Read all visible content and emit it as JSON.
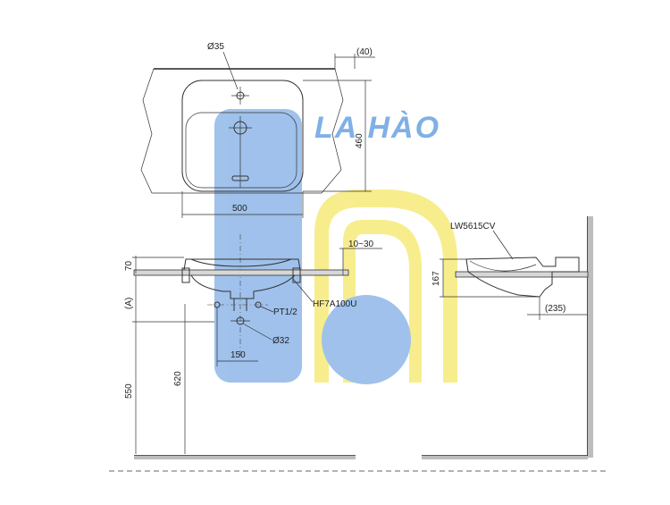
{
  "watermark": {
    "brand": "LA HÀO",
    "colors": {
      "blue": "#8fb7e8",
      "yellow": "#f6ea7a",
      "text_blue": "#7fb0e6"
    }
  },
  "top_view": {
    "hole_diameter": "Ø35",
    "counter_overhang": "(40)",
    "depth": "460",
    "width": "500"
  },
  "front_view": {
    "rim_height": "70",
    "counter_thickness": "10~30",
    "drain_code": "HF7A100U",
    "pt_label": "PT1/2",
    "pipe_diameter": "Ø32",
    "offset": "150",
    "a_label": "(A)",
    "height_550": "550",
    "height_620": "620"
  },
  "side_view": {
    "model": "LW5615CV",
    "height": "167",
    "wall_offset": "(235)"
  }
}
